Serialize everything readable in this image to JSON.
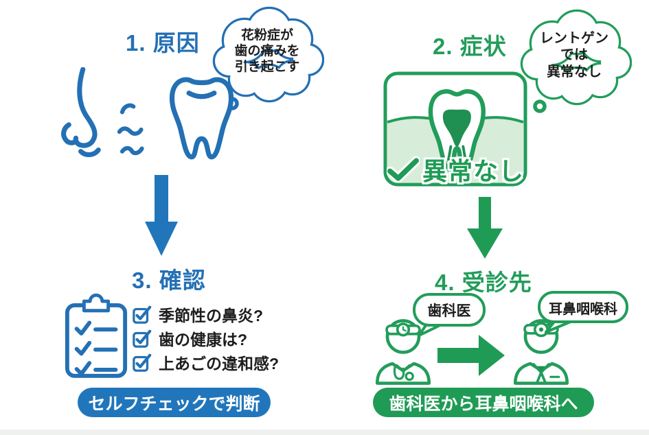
{
  "palette": {
    "blue": "#2470b4",
    "blue_pill": "#2176bb",
    "green": "#229d5a",
    "green_dark": "#1f8f52",
    "light_green": "#d8ecda",
    "ink": "#1d1d1d"
  },
  "cause": {
    "title": "1. 原因",
    "thought_bubble_lines": [
      "花粉症が",
      "歯の痛みを",
      "引き起こす"
    ],
    "icons": [
      "nose-icon",
      "tooth-icon",
      "thought-bubble",
      "down-arrow"
    ]
  },
  "symptom": {
    "title": "2. 症状",
    "thought_bubble_lines": [
      "レントゲン",
      "では",
      "異常なし"
    ],
    "xray_label": "異常なし",
    "icons": [
      "xray-tooth-icon",
      "check-icon",
      "thought-bubble",
      "down-arrow"
    ]
  },
  "check": {
    "title": "3. 確認",
    "items": [
      "季節性の鼻炎?",
      "歯の健康は?",
      "上あごの違和感?"
    ],
    "footer": "セルフチェックで判断",
    "icons": [
      "clipboard-icon",
      "checkbox-icon"
    ]
  },
  "destination": {
    "title": "4. 受診先",
    "left_bubble": "歯科医",
    "right_bubble": "耳鼻咽喉科",
    "footer": "歯科医から耳鼻咽喉科へ",
    "icons": [
      "dentist-icon",
      "ent-doctor-icon",
      "right-arrow-icon",
      "speech-bubble"
    ]
  }
}
